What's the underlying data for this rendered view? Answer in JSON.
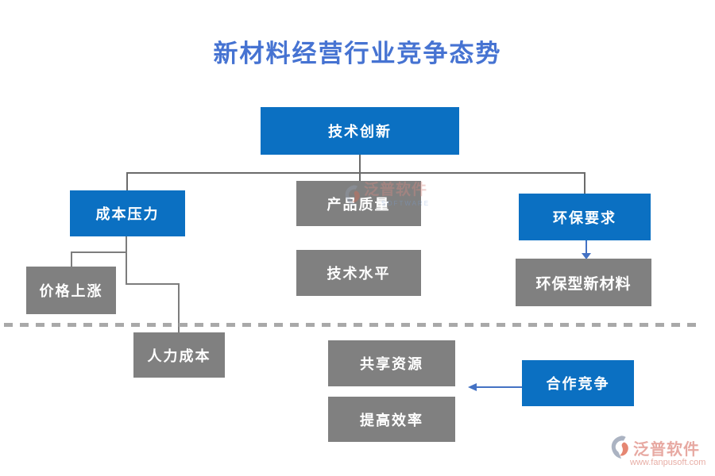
{
  "title": "新材料经营行业竞争态势",
  "nodes": {
    "tech_innovation": "技术创新",
    "cost_pressure": "成本压力",
    "product_quality": "产品质量",
    "env_requirement": "环保要求",
    "price_rise": "价格上涨",
    "tech_level": "技术水平",
    "env_materials": "环保型新材料",
    "labor_cost": "人力成本",
    "shared_resources": "共享资源",
    "improve_efficiency": "提高效率",
    "cooperation": "合作竞争"
  },
  "edges": [
    {
      "from": "tech_innovation",
      "to": "cost_pressure",
      "style": "tree-line"
    },
    {
      "from": "tech_innovation",
      "to": "product_quality",
      "style": "tree-line"
    },
    {
      "from": "tech_innovation",
      "to": "env_requirement",
      "style": "tree-line"
    },
    {
      "from": "cost_pressure",
      "to": "price_rise",
      "style": "tree-line"
    },
    {
      "from": "cost_pressure",
      "to": "labor_cost",
      "style": "tree-line"
    },
    {
      "from": "env_requirement",
      "to": "env_materials",
      "style": "blue-arrow-down"
    },
    {
      "from": "cooperation",
      "to": "shared_resources",
      "style": "blue-arrow-left"
    }
  ],
  "watermark_center": {
    "brand": "泛普软件",
    "sub": "SOFTWARE"
  },
  "watermark_corner": {
    "brand": "泛普软件",
    "url": "www.fanpusoft.com"
  },
  "colors": {
    "node_blue": "#0b70c2",
    "node_gray": "#808080",
    "node_text": "#ffffff",
    "title_blue": "#4673d2",
    "arrow_blue": "#4472c4",
    "connector_gray": "#6b6b6b",
    "divider_gray": "#a9a9a9",
    "watermark_red": "#e2948c"
  }
}
